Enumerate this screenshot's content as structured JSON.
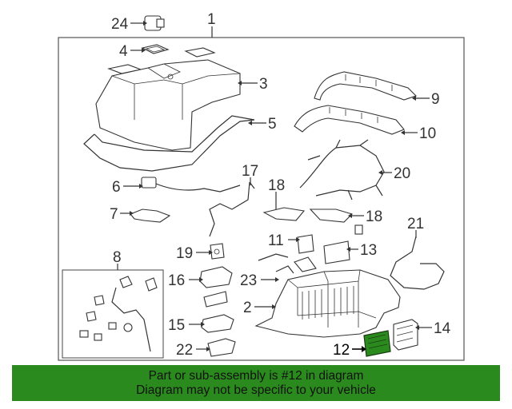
{
  "diagram": {
    "callouts": {
      "c1": "1",
      "c2": "2",
      "c3": "3",
      "c4": "4",
      "c5": "5",
      "c6": "6",
      "c7": "7",
      "c8": "8",
      "c9": "9",
      "c10": "10",
      "c11": "11",
      "c12": "12",
      "c13": "13",
      "c14": "14",
      "c15": "15",
      "c16": "16",
      "c17": "17",
      "c18a": "18",
      "c18b": "18",
      "c19": "19",
      "c20": "20",
      "c21": "21",
      "c22": "22",
      "c23": "23",
      "c24": "24"
    },
    "highlight_color": "#2b8a1e"
  },
  "banner": {
    "line1": "Part or sub-assembly is #12 in diagram",
    "line2": "Diagram may not be specific to your vehicle",
    "color": "#2b8a1e"
  }
}
